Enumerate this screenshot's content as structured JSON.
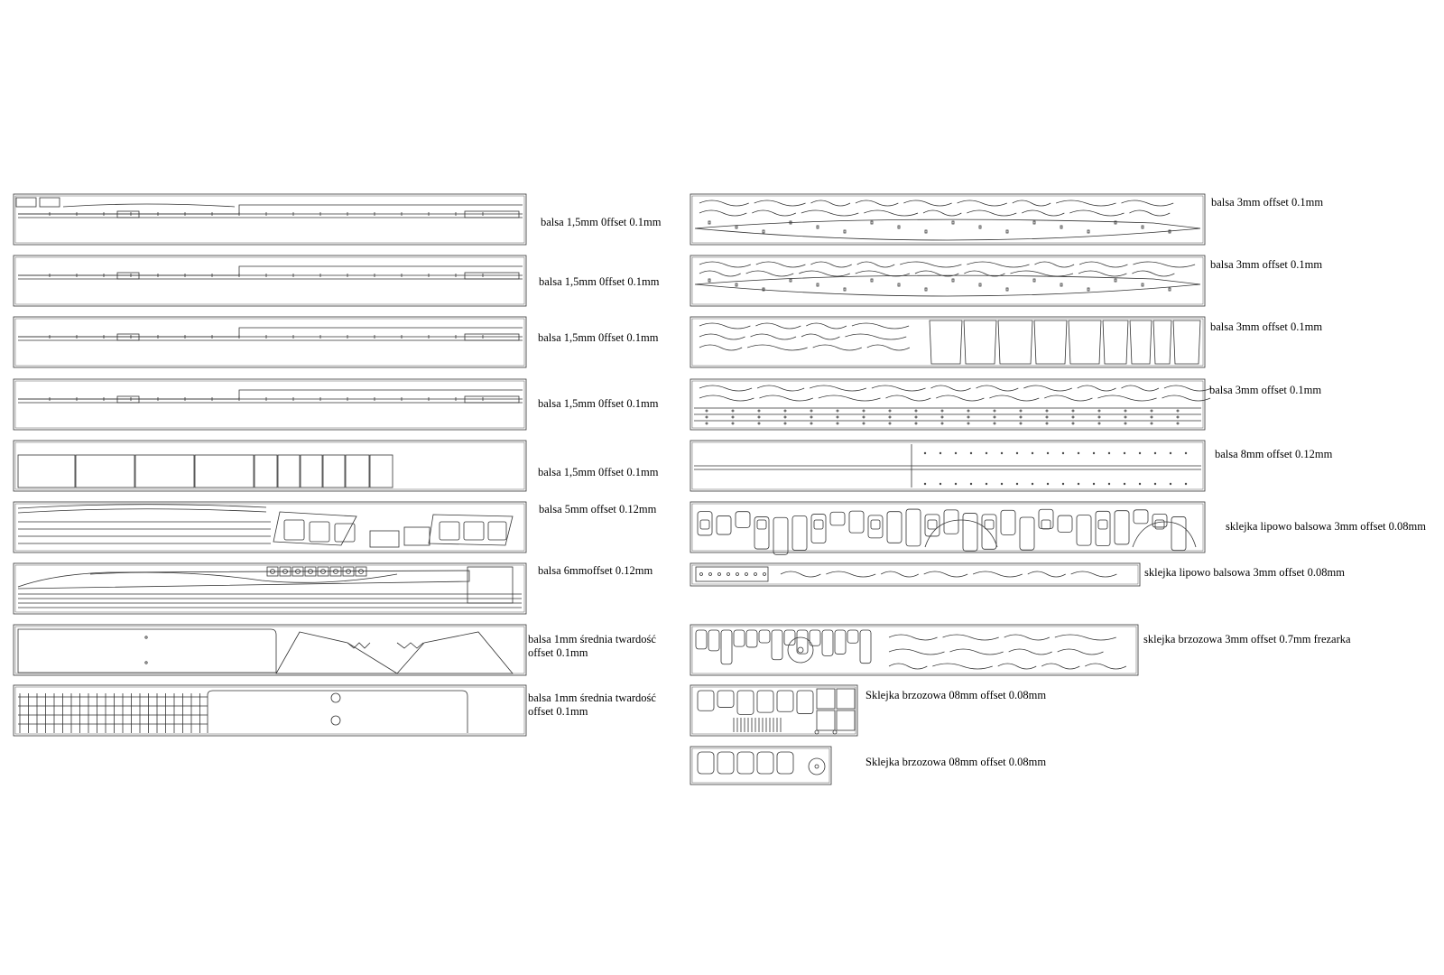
{
  "left_column": [
    {
      "id": "L1",
      "label": "balsa 1,5mm 0ffset 0.1mm",
      "kind": "strip"
    },
    {
      "id": "L2",
      "label": "balsa 1,5mm 0ffset 0.1mm",
      "kind": "strip"
    },
    {
      "id": "L3",
      "label": "balsa 1,5mm 0ffset 0.1mm",
      "kind": "strip"
    },
    {
      "id": "L4",
      "label": "balsa 1,5mm 0ffset 0.1mm",
      "kind": "strip"
    },
    {
      "id": "L5",
      "label": "balsa 1,5mm 0ffset 0.1mm",
      "kind": "panels"
    },
    {
      "id": "L6",
      "label": "balsa 5mm offset 0.12mm",
      "kind": "frames"
    },
    {
      "id": "L7",
      "label": "balsa 6mmoffset 0.12mm",
      "kind": "keel"
    },
    {
      "id": "L8",
      "label": "balsa 1mm średnia twardość offset 0.1mm",
      "kind": "sheet"
    },
    {
      "id": "L9",
      "label": "balsa 1mm średnia twardość offset 0.1mm",
      "kind": "grid"
    }
  ],
  "right_column": [
    {
      "id": "R1",
      "label": "balsa 3mm offset 0.1mm",
      "kind": "ribs"
    },
    {
      "id": "R2",
      "label": "balsa 3mm offset 0.1mm",
      "kind": "ribs"
    },
    {
      "id": "R3",
      "label": "balsa 3mm offset 0.1mm",
      "kind": "ribs-panels"
    },
    {
      "id": "R4",
      "label": "balsa 3mm offset 0.1mm",
      "kind": "ribs-holes"
    },
    {
      "id": "R5",
      "label": "balsa 8mm offset 0.12mm",
      "kind": "spar"
    },
    {
      "id": "R6",
      "label": "sklejka lipowo balsowa 3mm offset 0.08mm",
      "kind": "ply"
    },
    {
      "id": "R7",
      "label": "sklejka lipowo balsowa 3mm offset 0.08mm",
      "kind": "ply-strip"
    },
    {
      "id": "R8",
      "label": "sklejka brzozowa 3mm offset 0.7mm frezarka",
      "kind": "birch"
    },
    {
      "id": "R9",
      "label": "Sklejka brzozowa 08mm offset 0.08mm",
      "kind": "small"
    },
    {
      "id": "R10",
      "label": "Sklejka brzozowa 08mm offset 0.08mm",
      "kind": "small2"
    }
  ],
  "colors": {
    "line": "#333333",
    "background": "#ffffff"
  }
}
